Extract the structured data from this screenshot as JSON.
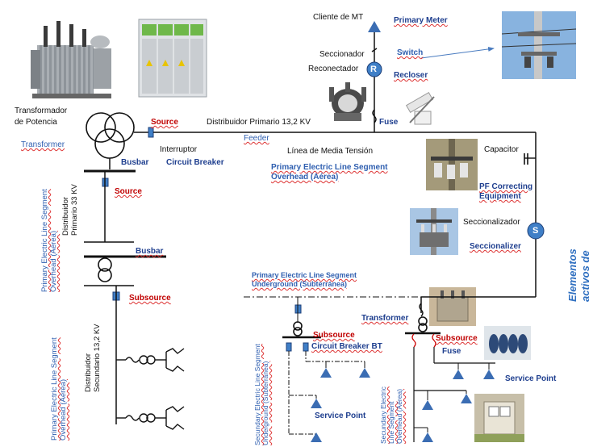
{
  "labels": {
    "cliente_mt": "Cliente de MT",
    "primary_meter": "Primary Meter",
    "seccionador": "Seccionador",
    "switch": "Switch",
    "reconectador": "Reconectador",
    "recloser": "Recloser",
    "recloser_symbol": "R",
    "transformador_potencia": "Transformador\nde Potencia",
    "transformer_top": "Transformer",
    "source_top": "Source",
    "distribuidor_primario": "Distribuidor Primario 13,2 KV",
    "fuse_top": "Fuse",
    "interruptor": "Interruptor",
    "feeder": "Feeder",
    "linea_media": "Línea de Media Tensión",
    "busbar_top": "Busbar",
    "circuit_breaker": "Circuit Breaker",
    "primary_line_segment_overhead": "Primary Electric Line Segment\nOverhead (Aérea)",
    "capacitor": "Capacitor",
    "pf_correcting": "PF Correcting\nEquipment",
    "source_left": "Source",
    "seccionalizador": "Seccionalizador",
    "seccionalizador_symbol": "S",
    "seccionalizer": "Seccionalizer",
    "busbar_mid": "Busbar",
    "primary_underground": "Primary Electric Line Segment\nUnderground (Subterránea)",
    "subsource_left": "Subsource",
    "transformer_right": "Transformer",
    "subsource_mid": "Subsource",
    "circuit_breaker_bt": "Circuit Breaker BT",
    "subsource_right": "Subsource",
    "fuse_right": "Fuse",
    "service_point_right": "Service Point",
    "service_point_mid": "Service Point",
    "vertical_distribuidor_primario": "Distribuidor\nPrimario 33 KV",
    "vertical_primary_overhead_1": "Primary Electric Line Segment\nOverhead (Aérea)",
    "vertical_primary_overhead_2": "Primary Electric Line Segment\nOverhead (Aérea)",
    "vertical_distribuidor_secundario": "Distribuidor\nSecundario 13,2 KV",
    "vertical_secondary_underground": "Secundary Electric Line Segment\nUnderground (Subterránea)",
    "vertical_secondary_overhead": "Secundary Electric\nLine Segment\nOverhead (Aérea)",
    "side_title": "Elementos activos de la\nelectric network"
  },
  "colors": {
    "line": "#111111",
    "blue_text": "#2f5fb0",
    "red_text": "#c00000",
    "node_blue": "#3f7fc7",
    "triangle": "#3b6db3"
  },
  "icons": [
    "transformer-photo",
    "switchgear-photo",
    "pole-photo",
    "recloser-photo",
    "fuse-photo",
    "capacitor-photo",
    "sectionalizer-photo",
    "pad-transformer-photo",
    "insulator-photo",
    "meter-box-photo"
  ]
}
